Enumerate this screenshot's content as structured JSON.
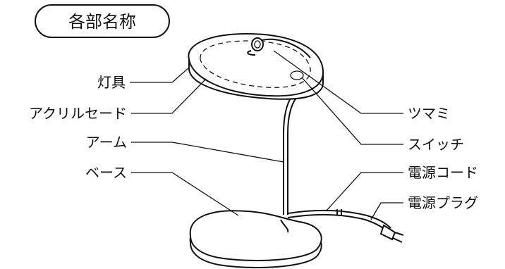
{
  "title": "各部名称",
  "labels": {
    "lamp_body": "灯具",
    "acrylic_shade": "アクリルセード",
    "arm": "アーム",
    "base": "ベース",
    "knob": "ツマミ",
    "switch": "スイッチ",
    "power_cord": "電源コード",
    "power_plug": "電源プラグ"
  }
}
